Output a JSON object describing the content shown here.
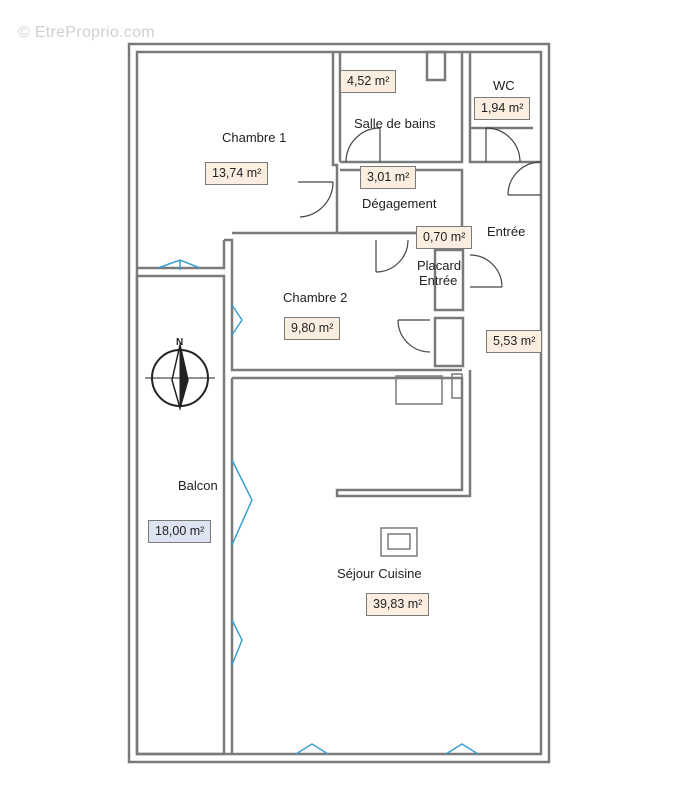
{
  "watermark": "© EtreProprio.com",
  "rooms": {
    "chambre1": {
      "name": "Chambre 1",
      "area": "13,74 m²"
    },
    "salle_de_bains": {
      "name": "Salle de bains",
      "area": "4,52 m²"
    },
    "wc": {
      "name": "WC",
      "area": "1,94 m²"
    },
    "degagement": {
      "name": "Dégagement",
      "area": "3,01 m²"
    },
    "placard_entree": {
      "name_line1": "Placard",
      "name_line2": "Entrée",
      "area": "0,70 m²"
    },
    "entree": {
      "name": "Entrée",
      "area": "5,53 m²"
    },
    "chambre2": {
      "name": "Chambre 2",
      "area": "9,80 m²"
    },
    "balcon": {
      "name": "Balcon",
      "area": "18,00 m²"
    },
    "sejour_cuisine": {
      "name": "Séjour Cuisine",
      "area": "39,83 m²"
    }
  },
  "compass": {
    "north_label": "N"
  },
  "colors": {
    "wall": "#7a7a7a",
    "window": "#3aa0d0",
    "area_fill": "#fbeee0",
    "balcony_fill": "#dde3f0"
  }
}
